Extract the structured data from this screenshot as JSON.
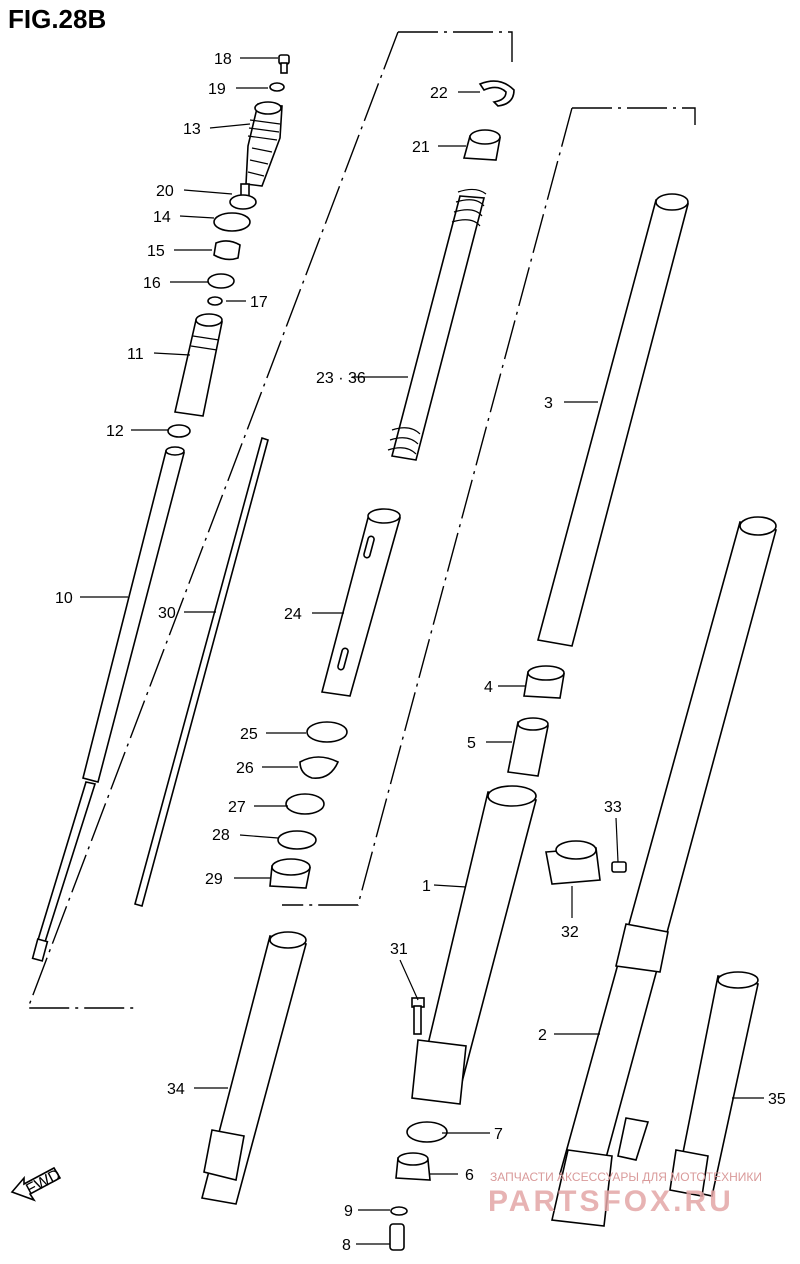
{
  "figure_title": "FIG.28B",
  "fwd_label": "FWD",
  "watermark_line1": "ЗАПЧАСТИ АКСЕССУАРЫ ДЛЯ МОТОТЕХНИКИ",
  "watermark_line2": "PARTSFOX.RU",
  "callouts": {
    "c1": "1",
    "c2": "2",
    "c3": "3",
    "c4": "4",
    "c5": "5",
    "c6": "6",
    "c7": "7",
    "c8": "8",
    "c9": "9",
    "c10": "10",
    "c11": "11",
    "c12": "12",
    "c13": "13",
    "c14": "14",
    "c15": "15",
    "c16": "16",
    "c17": "17",
    "c18": "18",
    "c19": "19",
    "c20": "20",
    "c21": "21",
    "c22": "22",
    "c23_36": "23 · 36",
    "c24": "24",
    "c25": "25",
    "c26": "26",
    "c27": "27",
    "c28": "28",
    "c29": "29",
    "c30": "30",
    "c31": "31",
    "c32": "32",
    "c33": "33",
    "c34": "34",
    "c35": "35"
  }
}
